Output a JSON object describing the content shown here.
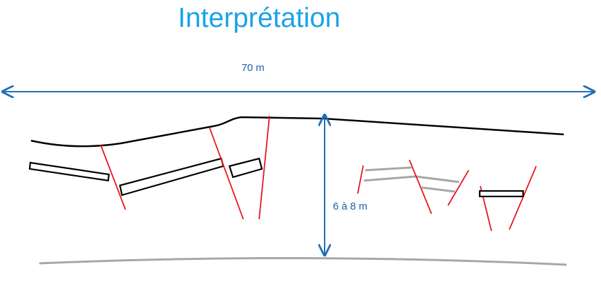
{
  "title": "Interprétation",
  "width_label": "70 m",
  "depth_label": "6 à 8 m",
  "colors": {
    "title": "#1aa3e8",
    "arrow": "#1f6fb5",
    "ground_surface": "#000000",
    "fault": "#e8141c",
    "layer_outline": "#000000",
    "faint_layer": "#a6a6a6",
    "base_line": "#a6a6a6"
  }
}
